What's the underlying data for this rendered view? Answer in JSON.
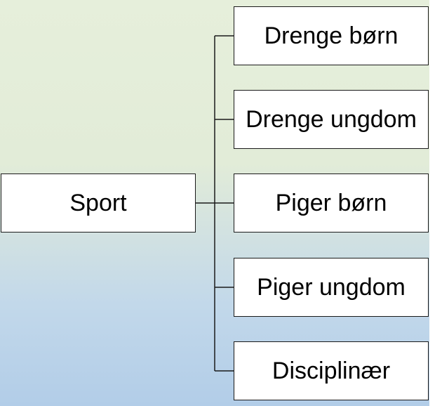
{
  "diagram": {
    "root": {
      "label": "Sport"
    },
    "children": [
      {
        "label": "Drenge børn"
      },
      {
        "label": "Drenge ungdom"
      },
      {
        "label": "Piger børn"
      },
      {
        "label": "Piger ungdom"
      },
      {
        "label": "Disciplinær"
      }
    ],
    "colors": {
      "background_top": "#e6efdb",
      "background_bottom": "#b2cde8",
      "box_fill": "#ffffff",
      "box_border": "#1a1a1a",
      "connector": "#1a1a1a",
      "text": "#000000"
    }
  }
}
